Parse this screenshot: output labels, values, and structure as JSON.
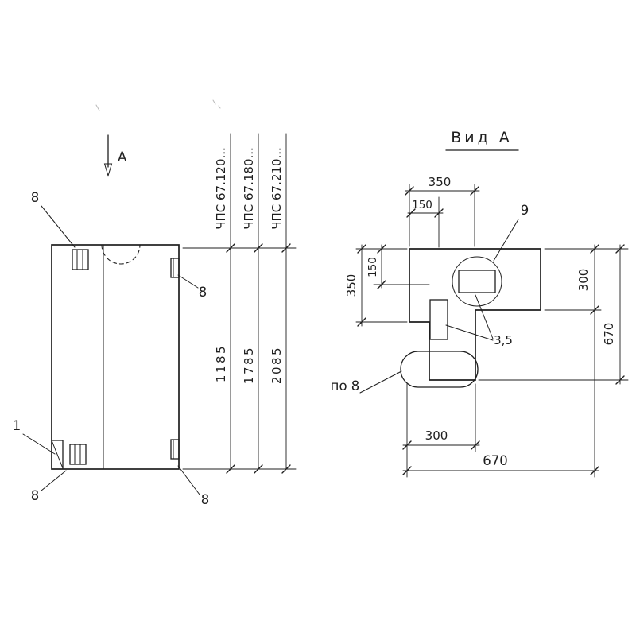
{
  "drawing": {
    "plan_view": {
      "view_arrow_label": "A",
      "callout_anchor_top_left": "8",
      "callout_anchor_top_right": "8",
      "callout_item": "1",
      "callout_anchor_bottom_left": "8",
      "callout_anchor_bottom_right": "8"
    },
    "length_table": {
      "marks": [
        {
          "mark": "ЧПС 67.120...",
          "length": "1185"
        },
        {
          "mark": "ЧПС 67.180...",
          "length": "1785"
        },
        {
          "mark": "ЧПС 67.210...",
          "length": "2085"
        }
      ]
    },
    "section_view": {
      "title": "Вид А",
      "dim_top_width": "350",
      "dim_top_offset": "150",
      "callout_loop": "9",
      "dim_left_height": "350",
      "dim_left_offset": "150",
      "dim_right_height": "300",
      "dim_right_total": "670",
      "callout_thickness": "3,5",
      "callout_weld": "по 8",
      "dim_bottom_width": "300",
      "dim_bottom_total": "670"
    },
    "colors": {
      "ink": "#1f1f1f",
      "paper": "#ffffff"
    }
  }
}
